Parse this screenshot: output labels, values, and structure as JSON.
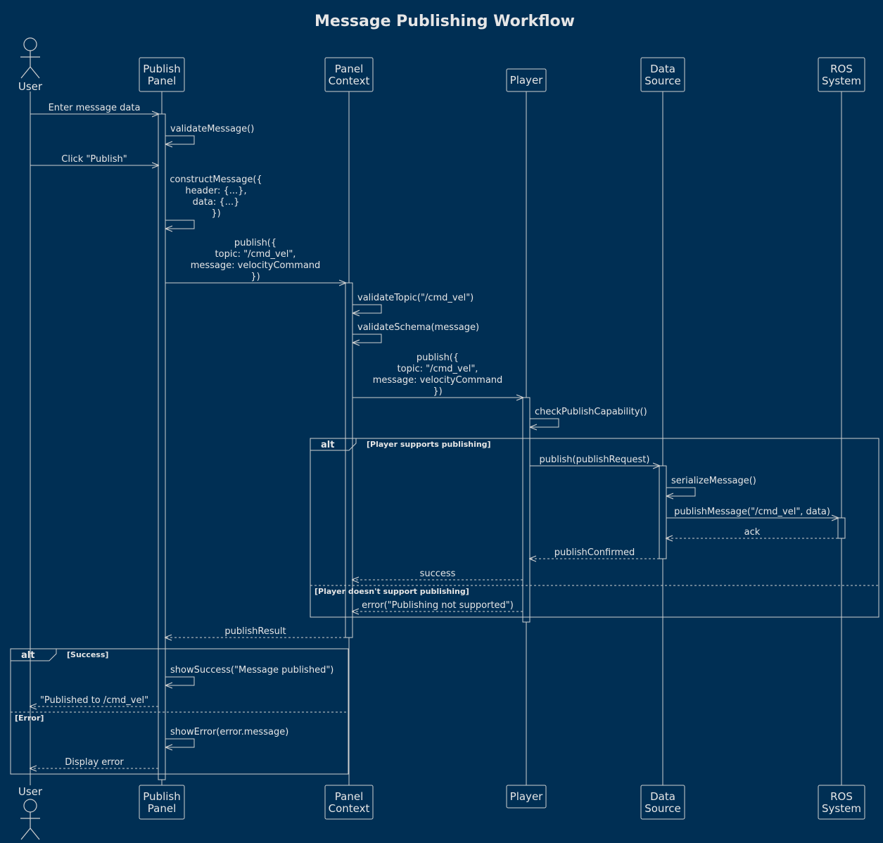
{
  "title": "Message Publishing Workflow",
  "participants": {
    "user": {
      "label": [
        "User"
      ],
      "type": "actor"
    },
    "publish_panel": {
      "label": [
        "Publish",
        "Panel"
      ],
      "type": "box"
    },
    "panel_context": {
      "label": [
        "Panel",
        "Context"
      ],
      "type": "box"
    },
    "player": {
      "label": [
        "Player"
      ],
      "type": "box"
    },
    "data_source": {
      "label": [
        "Data",
        "Source"
      ],
      "type": "box"
    },
    "ros_system": {
      "label": [
        "ROS",
        "System"
      ],
      "type": "box"
    }
  },
  "messages": [
    {
      "from": "user",
      "to": "publish_panel",
      "lines": [
        "Enter message data"
      ],
      "style": "solid"
    },
    {
      "from": "publish_panel",
      "to": "publish_panel",
      "lines": [
        "validateMessage()"
      ],
      "style": "self"
    },
    {
      "from": "user",
      "to": "publish_panel",
      "lines": [
        "Click \"Publish\""
      ],
      "style": "solid"
    },
    {
      "from": "publish_panel",
      "to": "publish_panel",
      "lines": [
        "constructMessage({",
        "header: {...},",
        "data: {...}",
        "})"
      ],
      "style": "self"
    },
    {
      "from": "publish_panel",
      "to": "panel_context",
      "lines": [
        "publish({",
        "topic: \"/cmd_vel\",",
        "message: velocityCommand",
        "})"
      ],
      "style": "solid"
    },
    {
      "from": "panel_context",
      "to": "panel_context",
      "lines": [
        "validateTopic(\"/cmd_vel\")"
      ],
      "style": "self"
    },
    {
      "from": "panel_context",
      "to": "panel_context",
      "lines": [
        "validateSchema(message)"
      ],
      "style": "self"
    },
    {
      "from": "panel_context",
      "to": "player",
      "lines": [
        "publish({",
        "topic: \"/cmd_vel\",",
        "message: velocityCommand",
        "})"
      ],
      "style": "solid"
    },
    {
      "from": "player",
      "to": "player",
      "lines": [
        "checkPublishCapability()"
      ],
      "style": "self"
    },
    {
      "from": "player",
      "to": "data_source",
      "lines": [
        "publish(publishRequest)"
      ],
      "style": "solid"
    },
    {
      "from": "data_source",
      "to": "data_source",
      "lines": [
        "serializeMessage()"
      ],
      "style": "self"
    },
    {
      "from": "data_source",
      "to": "ros_system",
      "lines": [
        "publishMessage(\"/cmd_vel\", data)"
      ],
      "style": "solid"
    },
    {
      "from": "ros_system",
      "to": "data_source",
      "lines": [
        "ack"
      ],
      "style": "dashed"
    },
    {
      "from": "data_source",
      "to": "player",
      "lines": [
        "publishConfirmed"
      ],
      "style": "dashed"
    },
    {
      "from": "player",
      "to": "panel_context",
      "lines": [
        "success"
      ],
      "style": "dashed"
    },
    {
      "from": "player",
      "to": "panel_context",
      "lines": [
        "error(\"Publishing not supported\")"
      ],
      "style": "dashed"
    },
    {
      "from": "panel_context",
      "to": "publish_panel",
      "lines": [
        "publishResult"
      ],
      "style": "dashed"
    },
    {
      "from": "publish_panel",
      "to": "publish_panel",
      "lines": [
        "showSuccess(\"Message published\")"
      ],
      "style": "self"
    },
    {
      "from": "publish_panel",
      "to": "user",
      "lines": [
        "\"Published to /cmd_vel\""
      ],
      "style": "dashed"
    },
    {
      "from": "publish_panel",
      "to": "publish_panel",
      "lines": [
        "showError(error.message)"
      ],
      "style": "self"
    },
    {
      "from": "publish_panel",
      "to": "user",
      "lines": [
        "Display error"
      ],
      "style": "dashed"
    }
  ],
  "fragments": [
    {
      "kind": "alt",
      "conditions": [
        "[Player supports publishing]",
        "[Player doesn't support publishing]"
      ]
    },
    {
      "kind": "alt",
      "conditions": [
        "[Success]",
        "[Error]"
      ]
    }
  ],
  "colors": {
    "background": "#002f54",
    "foreground": "#e6e6e6",
    "lines": "#d0d0d0"
  }
}
